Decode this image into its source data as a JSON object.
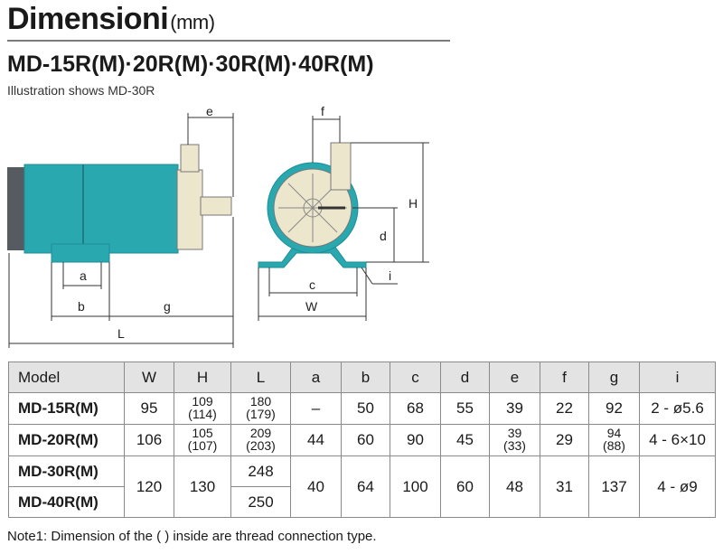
{
  "header": {
    "title": "Dimensioni",
    "unit": "(mm)",
    "models": "MD-15R(M)·20R(M)·30R(M)·40R(M)",
    "illustration_note": "Illustration shows MD-30R"
  },
  "drawing_labels": {
    "a": "a",
    "b": "b",
    "c": "c",
    "d": "d",
    "e": "e",
    "f": "f",
    "g": "g",
    "H": "H",
    "i": "i",
    "L": "L",
    "W": "W"
  },
  "table": {
    "headers": [
      "Model",
      "W",
      "H",
      "L",
      "a",
      "b",
      "c",
      "d",
      "e",
      "f",
      "g",
      "i"
    ],
    "rows": [
      {
        "model": "MD-15R(M)",
        "W": "95",
        "H_main": "109",
        "H_alt": "(114)",
        "L_main": "180",
        "L_alt": "(179)",
        "a": "–",
        "b": "50",
        "c": "68",
        "d": "55",
        "e": "39",
        "f": "22",
        "g": "92",
        "i": "2 - ø5.6"
      },
      {
        "model": "MD-20R(M)",
        "W": "106",
        "H_main": "105",
        "H_alt": "(107)",
        "L_main": "209",
        "L_alt": "(203)",
        "a": "44",
        "b": "60",
        "c": "90",
        "d": "45",
        "e_main": "39",
        "e_alt": "(33)",
        "f": "29",
        "g_main": "94",
        "g_alt": "(88)",
        "i": "4 - 6×10"
      },
      {
        "model": "MD-30R(M)",
        "W": "120",
        "H": "130",
        "L": "248",
        "a": "40",
        "b": "64",
        "c": "100",
        "d": "60",
        "e": "48",
        "f": "31",
        "g": "137",
        "i": "4 - ø9"
      },
      {
        "model": "MD-40R(M)",
        "L": "250"
      }
    ]
  },
  "note": "Note1: Dimension of the (  ) inside are thread connection type.",
  "colors": {
    "motor": "#2aa8b0",
    "motor_dark": "#1f8e96",
    "end_cap": "#555b60",
    "pump_head": "#ece6cc"
  }
}
